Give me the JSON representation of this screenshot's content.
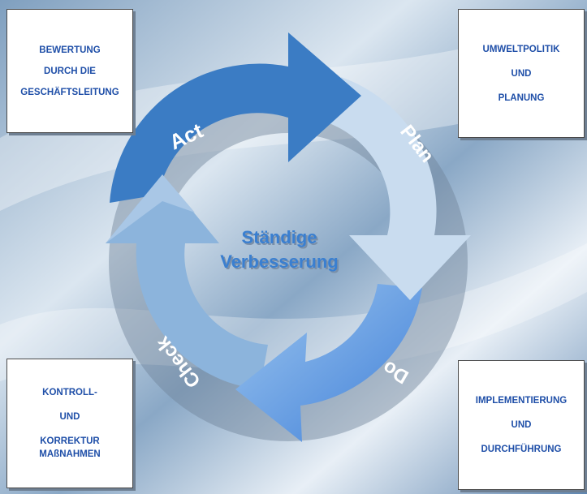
{
  "diagram": {
    "center": {
      "line1": "Ständige",
      "line2": "Verbesserung"
    },
    "arrows": {
      "act": "Act",
      "plan": "Plan",
      "do": "Do",
      "check": "Check"
    },
    "boxes": {
      "top_left": [
        "BEWERTUNG",
        "DURCH DIE",
        "GESCHÄFTSLEITUNG"
      ],
      "top_right": [
        "UMWELTPOLITIK",
        "UND",
        "PLANUNG"
      ],
      "bottom_left": [
        "KONTROLL-",
        "UND",
        "KORREKTUR",
        "MAßNAHMEN"
      ],
      "bottom_right": [
        "IMPLEMENTIERUNG",
        "UND",
        "DURCHFÜHRUNG"
      ]
    },
    "colors": {
      "act": "#3b7cc4",
      "plan": "#c9dcef",
      "do": "#4f8fe0",
      "check": "#8cb4dc",
      "text_blue": "#1f4fa8"
    }
  }
}
